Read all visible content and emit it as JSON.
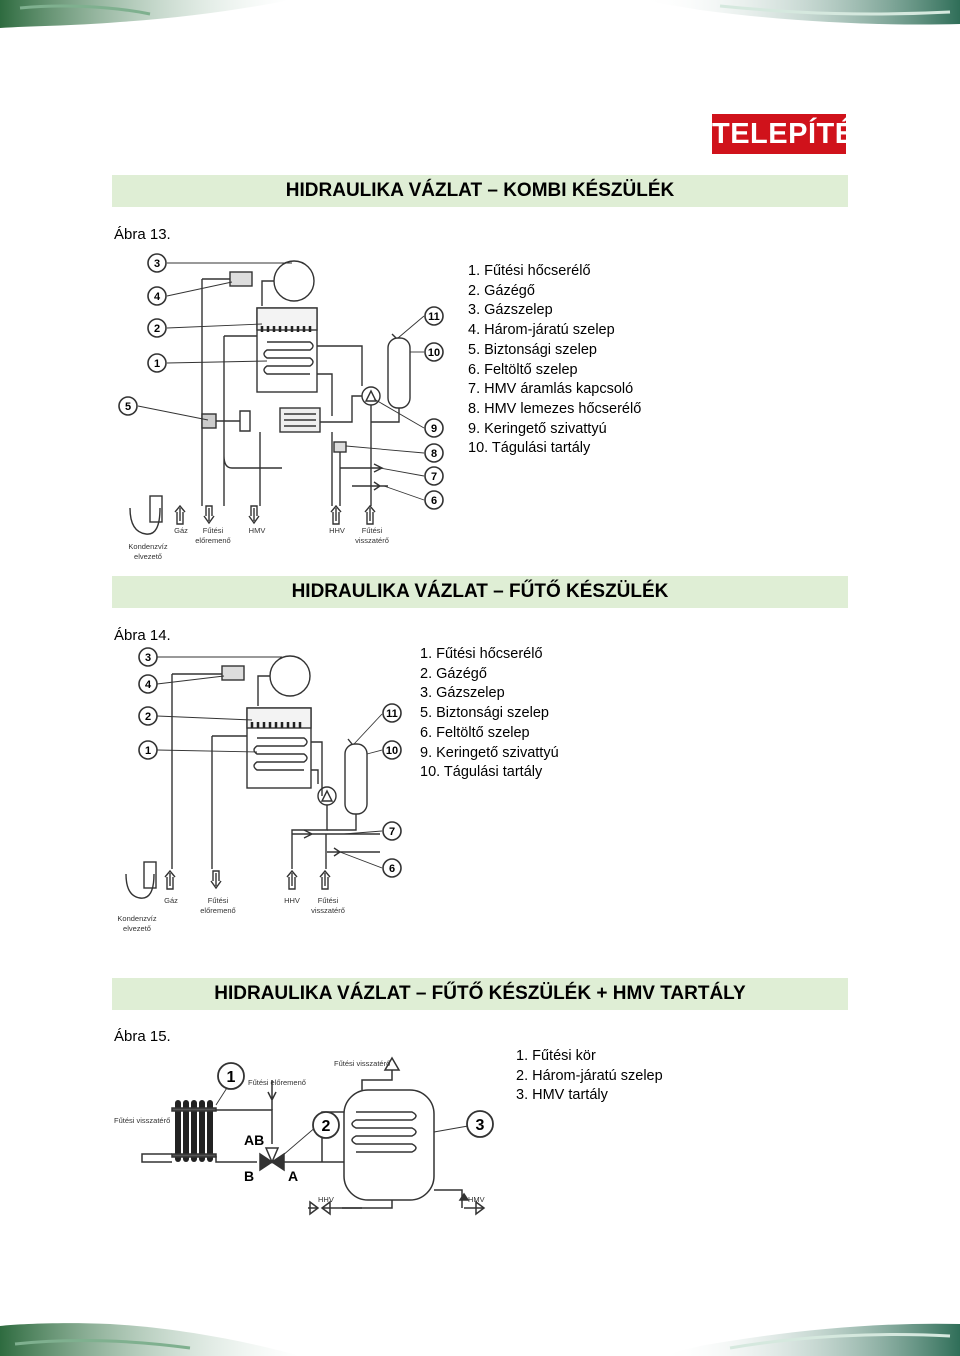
{
  "badge": "TELEPÍTÉS",
  "sections": [
    {
      "title": "HIDRAULIKA VÁZLAT – KOMBI KÉSZÜLÉK",
      "figure": "Ábra 13.",
      "legend": [
        "1. Fűtési hőcserélő",
        "2. Gázégő",
        "3. Gázszelep",
        "4. Három-járatú szelep",
        "5. Biztonsági szelep",
        "6. Feltöltő szelep",
        "7. HMV áramlás kapcsoló",
        "8. HMV lemezes hőcserélő",
        "9. Keringető szivattyú",
        "10. Tágulási tartály"
      ],
      "ports": {
        "condensate": "Kondenzvíz elvezető",
        "gas": "Gáz",
        "flow": "Fűtési előremenő",
        "hmv": "HMV",
        "hhv": "HHV",
        "return": "Fűtési visszatérő"
      },
      "callouts": [
        "3",
        "4",
        "2",
        "1",
        "5",
        "11",
        "10",
        "9",
        "8",
        "7",
        "6"
      ]
    },
    {
      "title": "HIDRAULIKA VÁZLAT – FŰTŐ KÉSZÜLÉK",
      "figure": "Ábra 14.",
      "legend": [
        "1. Fűtési hőcserélő",
        "2. Gázégő",
        "3. Gázszelep",
        "5. Biztonsági szelep",
        "6. Feltöltő szelep",
        "9. Keringető szivattyú",
        "10. Tágulási tartály"
      ],
      "ports": {
        "condensate": "Kondenzvíz elvezető",
        "gas": "Gáz",
        "flow": "Fűtési előremenő",
        "hhv": "HHV",
        "return": "Fűtési visszatérő"
      },
      "callouts": [
        "3",
        "4",
        "2",
        "1",
        "11",
        "10",
        "7",
        "6"
      ]
    },
    {
      "title": "HIDRAULIKA VÁZLAT – FŰTŐ KÉSZÜLÉK + HMV TARTÁLY",
      "figure": "Ábra 15.",
      "legend": [
        "1. Fűtési kör",
        "2. Három-járatú szelep",
        "3. HMV tartály"
      ],
      "labels": {
        "flow": "Fűtési előremenő",
        "return_top": "Fűtési visszatérő",
        "return_left": "Fűtési visszatérő",
        "ab": "AB",
        "b": "B",
        "a": "A",
        "hhv": "HHV",
        "hmv": "HMV"
      },
      "callouts": [
        "1",
        "2",
        "3"
      ]
    }
  ]
}
